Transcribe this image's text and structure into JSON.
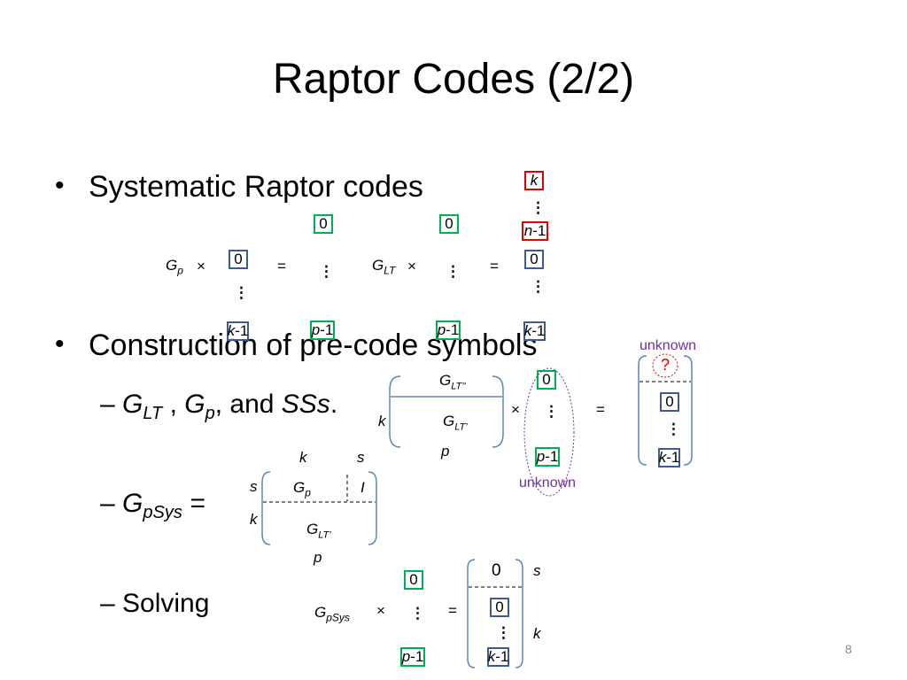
{
  "slide": {
    "title": "Raptor Codes (2/2)",
    "page_number": "8"
  },
  "bullets": [
    {
      "marker": "•",
      "text": "Systematic Raptor codes"
    },
    {
      "marker": "•",
      "text": "Construction of pre-code symbols"
    }
  ],
  "subbullets": {
    "dash": "–",
    "first": {
      "g1": "G",
      "s1": "LT",
      "sep1": " , ",
      "g2": "G",
      "s2": "p",
      "and": ", and ",
      "ss": "SSs",
      "end": "."
    },
    "second": {
      "g": "G",
      "s": "pSys",
      "eq": " ="
    },
    "third": {
      "text": "Solving"
    }
  },
  "eq1": {
    "gp": "G",
    "gp_sub": "p",
    "times": "×",
    "eq": "=",
    "glt": "G",
    "glt_sub": "LT",
    "zero": "0",
    "k_minus1": "k",
    "minus1": "-1",
    "p_var": "p",
    "k_var": "k",
    "n_var": "n",
    "dots": "⋮"
  },
  "eq2": {
    "glt2": "G",
    "glt2_sub": "LT’’",
    "glt1": "G",
    "glt1_sub": "LT’",
    "k_label": "k",
    "p_label": "p",
    "unknown_top": "unknown",
    "unknown_bottom": "unknown",
    "question": "?",
    "times": "×",
    "eq": "="
  },
  "eq3": {
    "k_label": "k",
    "s_label": "s",
    "gp": "G",
    "gp_sub": "p",
    "identity": "I",
    "glt": "G",
    "glt_sub": "LT’",
    "p_label": "p"
  },
  "eq4": {
    "g": "G",
    "g_sub": "pSys",
    "times": "×",
    "eq": "=",
    "s_label": "s",
    "k_label": "k"
  },
  "colors": {
    "green": "#00b050",
    "red": "#e00000",
    "blue": "#3d5b8c",
    "purple": "#7030a0",
    "bracket": "#5b86b8"
  }
}
